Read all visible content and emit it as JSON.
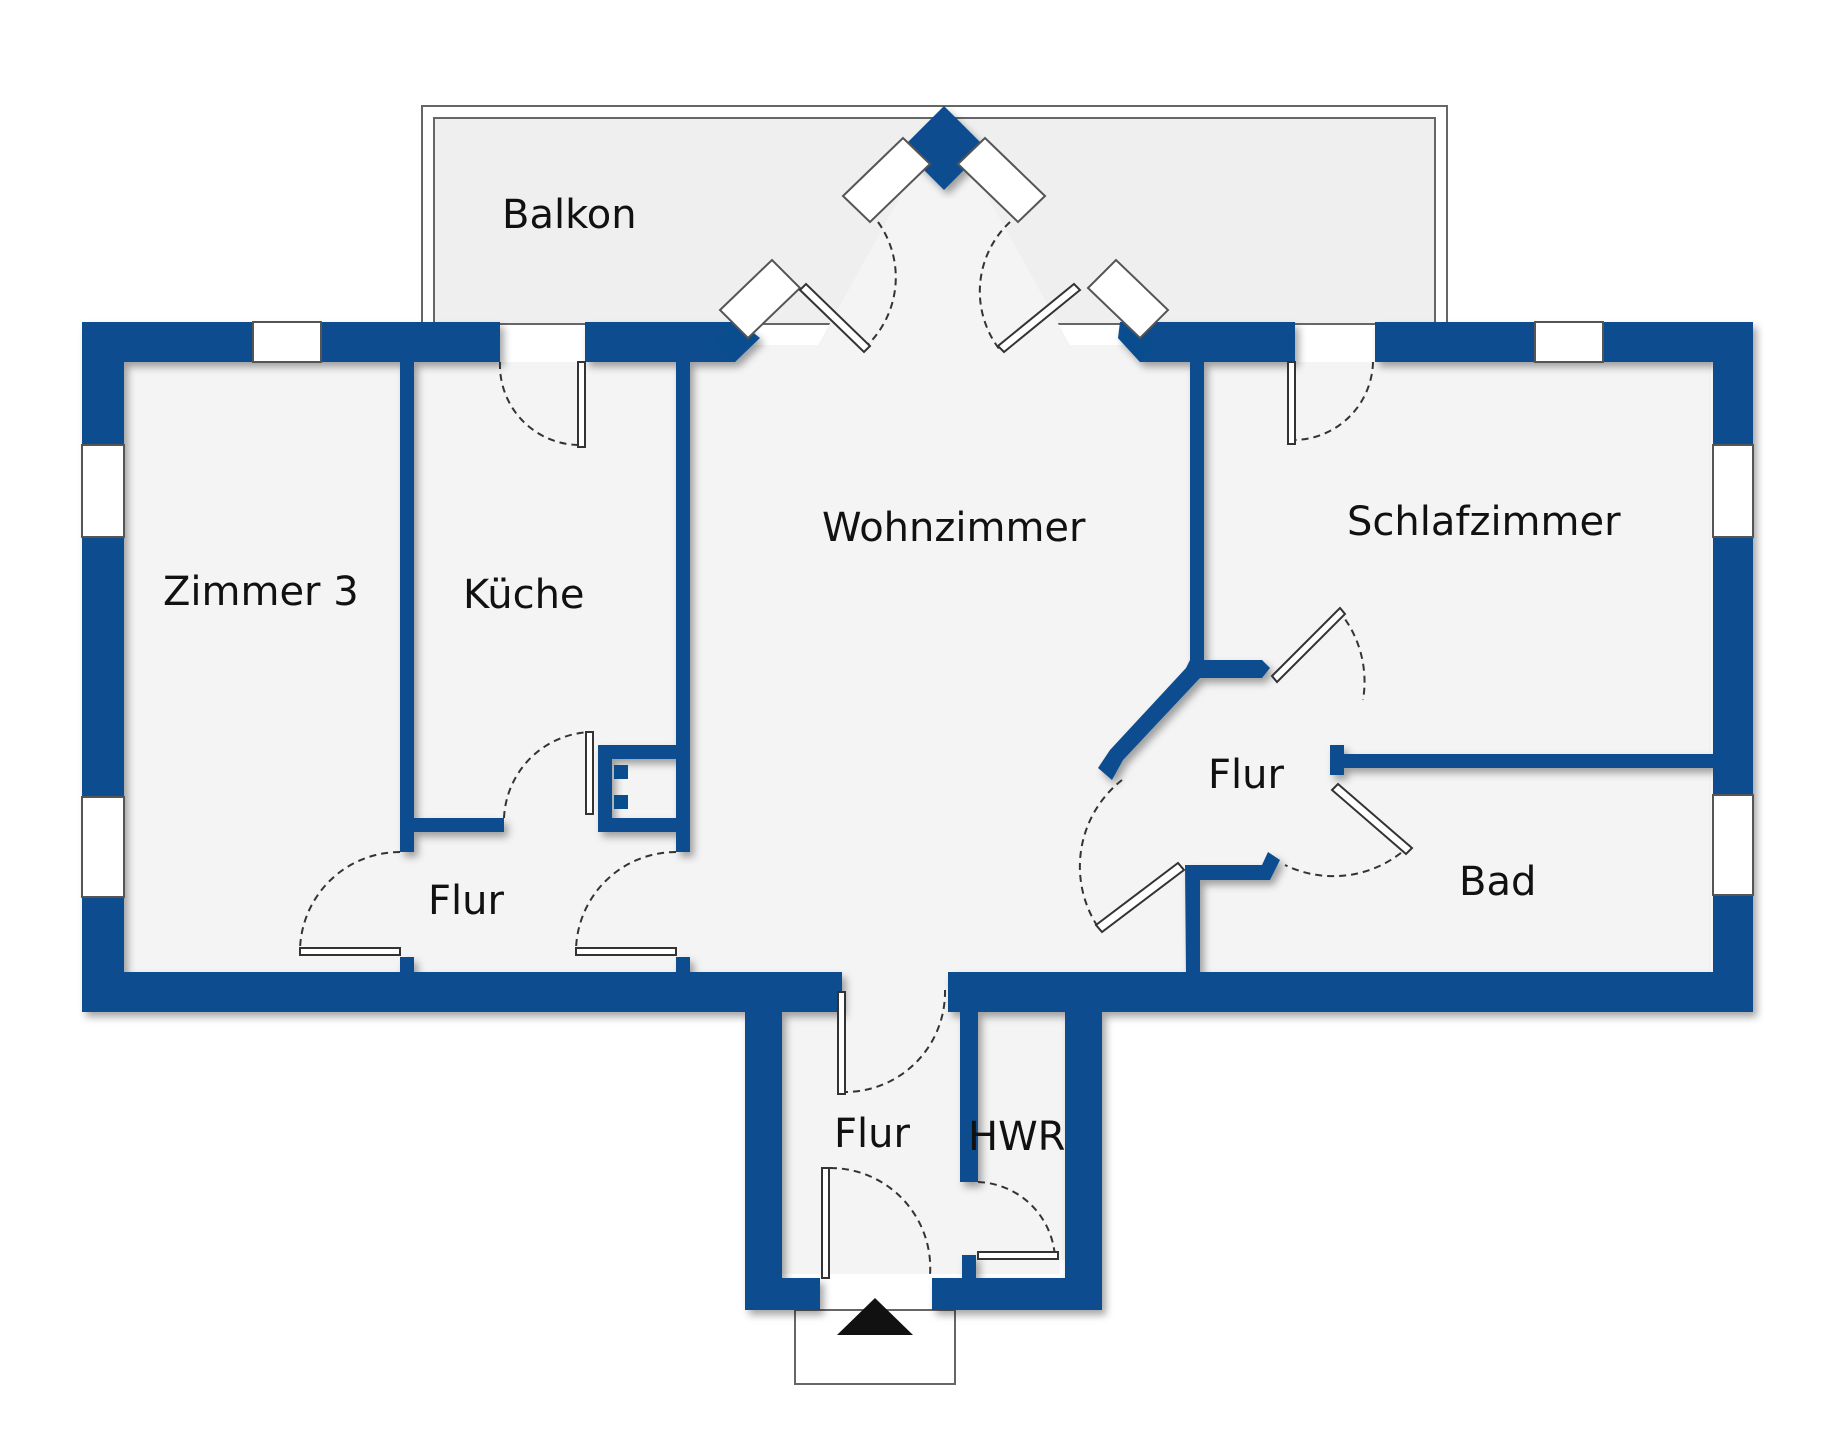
{
  "floor_plan": {
    "rooms": [
      {
        "id": "balkon",
        "label": "Balkon"
      },
      {
        "id": "zimmer3",
        "label": "Zimmer 3"
      },
      {
        "id": "kueche",
        "label": "Küche"
      },
      {
        "id": "wohnzimmer",
        "label": "Wohnzimmer"
      },
      {
        "id": "schlafzimmer",
        "label": "Schlafzimmer"
      },
      {
        "id": "flur_west",
        "label": "Flur"
      },
      {
        "id": "flur_ost",
        "label": "Flur"
      },
      {
        "id": "flur_eingang",
        "label": "Flur"
      },
      {
        "id": "hwr",
        "label": "HWR"
      },
      {
        "id": "bad",
        "label": "Bad"
      }
    ],
    "colors": {
      "wall": "#0a4d8f",
      "floor": "#f4f4f4",
      "balcony_floor": "#efefef",
      "background": "#ffffff"
    },
    "icons": {
      "entrance": "entrance-arrow-icon"
    }
  }
}
